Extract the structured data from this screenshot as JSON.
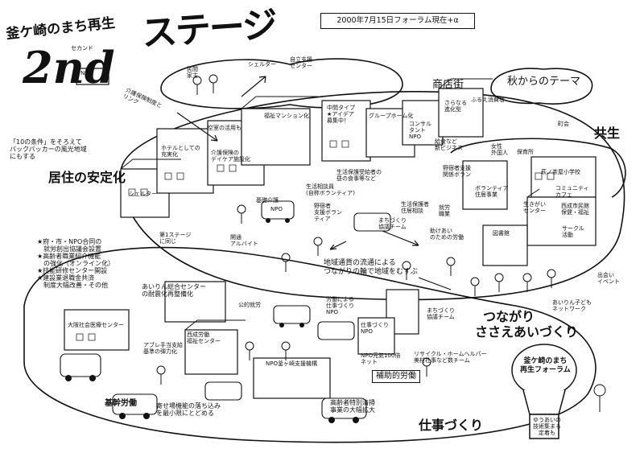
{
  "header": {
    "title_line1": "釜ケ崎のまち再生",
    "title_2nd": "2nd",
    "title_reading": "セカンド",
    "title_stage": "ステージ",
    "date_note": "2000年7月15日フォーラム現在+α"
  },
  "themes": {
    "housing": "居住の安定化",
    "connection_line1": "つながり",
    "connection_line2": "ささえあいづくり",
    "work": "仕事づくり",
    "coexist": "共生",
    "autumn_theme": "秋からのテーマ",
    "shopping_street": "商店街"
  },
  "notes": {
    "ten_conditions": "「10の条件」をそろえて\nバックパッカーの風光地域\nにもする",
    "first_stage_left": "第1ステージ\nに同じ",
    "work_list": "★府・市・NPO合同の\n　就労創出協議会設置\n★高齢者職業紹介機能\n　の強化（オンライン化）\n★技能研修センター開設\n★建設業退職金共済\n　制度大幅改善・その他",
    "community_currency": "地域通貨の流通による\nつながりの輪で地域をむすぶ"
  },
  "labels": {
    "npo_left": "NPO",
    "private_owner": "民間\n家主",
    "care_link": "介護保険制度と\nリンク",
    "shelter_top": "シェルター",
    "self_support": "自立支援\nセンター",
    "empty_rooms": "空室の活用も",
    "hotel": "ホテルとしての\n充実化",
    "care_insurance_day": "介護保険の\nデイケア施設化",
    "welfare_mansion": "福祉マンション化",
    "mid_type": "中間タイプ\n★アイデア\n募集中！",
    "group_home": "グループホーム化",
    "consultant": "コンサル\nタント\nNPO",
    "further_evolution": "さらなる\n進化型",
    "furue_consumer": "ふるえ消費者",
    "benefits_new_biz": "給食など\n新ビジネス",
    "shelter_left": "シェルター",
    "meal_base": "生活保護受給者の\n昼の食事等など",
    "life_support": "生活相談員\n(自称ボランティア)",
    "field_workers": "野宿者\n支援ボラン\nティア",
    "basic_nursing": "基礎介護",
    "npo_bus": "NPO",
    "reception_part": "開通\nアルバイト",
    "machi_team1": "まちづくり\n協議チーム",
    "volunteer_biz": "野宿者支援\n関係ボラン",
    "life_relief": "生活保護者\n住居相談",
    "jobseekers": "就労\n職業",
    "ghost_talk": "助けあい\nのための労働",
    "temp_help": "ボランティア\n住居事業",
    "foreigners": "女性\n外国人",
    "nursery": "保育所",
    "school": "萩ノ茶屋小学校",
    "community_center": "生きがい\nセンター",
    "community_cafe": "コミュニティ\nカフェ",
    "nishinari_center": "西成市民館\n保健・福祉",
    "library": "図書館",
    "circle": "サークル\n活動",
    "events": "出会い\nイベント",
    "airin_kids": "あいりん子ども\nネットワーク",
    "town_council": "町会",
    "airin_center": "あいりん総合センター\nの耐震化再整備化",
    "public_work": "公的就労",
    "nishinari_labor": "西成労働\n福祉センター",
    "appeal_support": "アブレ手当支給\n基準の弾力化",
    "ohashi_kaikan": "大阪社会医療センター",
    "labor_npo": "労働による\n仕事づくり\nNPO",
    "work_npo": "仕事づくり\nNPO",
    "machi_team2": "まちづくり\n協議チーム",
    "npo_100": "NPO元気100倍\nネット",
    "recycle": "リサイクル・ホームヘルパー\n美村社事など数チーム",
    "supplementary_labor": "補助的労働",
    "core_labor": "基幹労働",
    "reduce_market": "寄せ場機能の落ち込み\nを最小限にとどめる",
    "npo_sales": "NPO釜ヶ崎支援機構",
    "elderly_special": "高齢者特別清掃\n事業の大幅拡大",
    "forum_badge": "釜ケ崎のまち\n再生フォーラム",
    "forum_sub": "ゆうあいの\n技術集まる\n定着も"
  }
}
